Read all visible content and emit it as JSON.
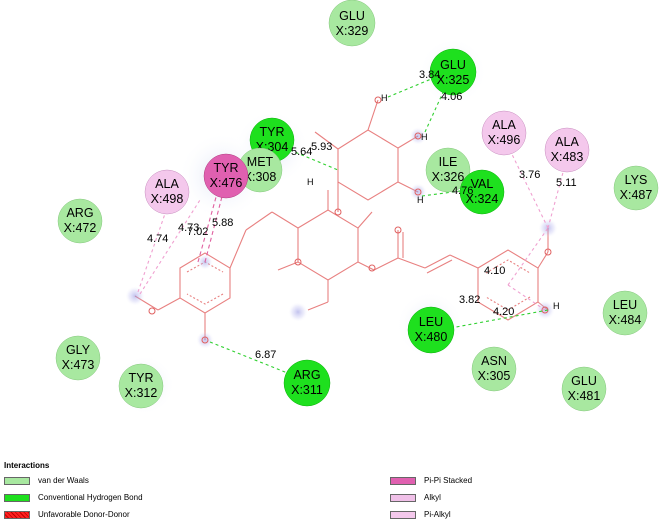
{
  "residues": [
    {
      "id": "glu329",
      "line1": "GLU",
      "line2": "X:329",
      "type": "vdw"
    },
    {
      "id": "glu325",
      "line1": "GLU",
      "line2": "X:325",
      "type": "hbond"
    },
    {
      "id": "tyr304",
      "line1": "TYR",
      "line2": "X:304",
      "type": "hbond"
    },
    {
      "id": "met308",
      "line1": "MET",
      "line2": "X:308",
      "type": "vdw"
    },
    {
      "id": "tyr476",
      "line1": "TYR",
      "line2": "X:476",
      "type": "pipi"
    },
    {
      "id": "ala498",
      "line1": "ALA",
      "line2": "X:498",
      "type": "alkyl"
    },
    {
      "id": "ala496",
      "line1": "ALA",
      "line2": "X:496",
      "type": "alkyl"
    },
    {
      "id": "ala483",
      "line1": "ALA",
      "line2": "X:483",
      "type": "alkyl"
    },
    {
      "id": "ile326",
      "line1": "ILE",
      "line2": "X:326",
      "type": "vdw"
    },
    {
      "id": "val324",
      "line1": "VAL",
      "line2": "X:324",
      "type": "hbond"
    },
    {
      "id": "lys487",
      "line1": "LYS",
      "line2": "X:487",
      "type": "vdw"
    },
    {
      "id": "arg472",
      "line1": "ARG",
      "line2": "X:472",
      "type": "vdw"
    },
    {
      "id": "leu484",
      "line1": "LEU",
      "line2": "X:484",
      "type": "vdw"
    },
    {
      "id": "leu480",
      "line1": "LEU",
      "line2": "X:480",
      "type": "hbond"
    },
    {
      "id": "gly473",
      "line1": "GLY",
      "line2": "X:473",
      "type": "vdw"
    },
    {
      "id": "tyr312",
      "line1": "TYR",
      "line2": "X:312",
      "type": "vdw"
    },
    {
      "id": "arg311",
      "line1": "ARG",
      "line2": "X:311",
      "type": "hbond"
    },
    {
      "id": "asn305",
      "line1": "ASN",
      "line2": "X:305",
      "type": "vdw"
    },
    {
      "id": "glu481",
      "line1": "GLU",
      "line2": "X:481",
      "type": "vdw"
    }
  ],
  "distances": [
    "3.84",
    "4.06",
    "5.64",
    "5.93",
    "4.76",
    "3.76",
    "5.11",
    "4.74",
    "4.73",
    "7.02",
    "5.88",
    "4.10",
    "3.82",
    "4.20",
    "6.87"
  ],
  "h_label": "H",
  "legend": {
    "title": "Interactions",
    "items": [
      {
        "label": "van der Waals",
        "color": "#a8e8a0"
      },
      {
        "label": "Conventional Hydrogen Bond",
        "color": "#1ee01e"
      },
      {
        "label": "Unfavorable Donor-Donor",
        "color": "#ff2020"
      },
      {
        "label": "Pi-Pi Stacked",
        "color": "#e060b0"
      },
      {
        "label": "Alkyl",
        "color": "#f0c0e8"
      },
      {
        "label": "Pi-Alkyl",
        "color": "#f4c8ec"
      }
    ]
  },
  "colors": {
    "vdw": "#a8e8a0",
    "hbond": "#1ee01e",
    "pipi": "#e060b0",
    "alkyl": "#f4c8ec",
    "bond": "#e88080",
    "halo": "#c8c8f0"
  }
}
